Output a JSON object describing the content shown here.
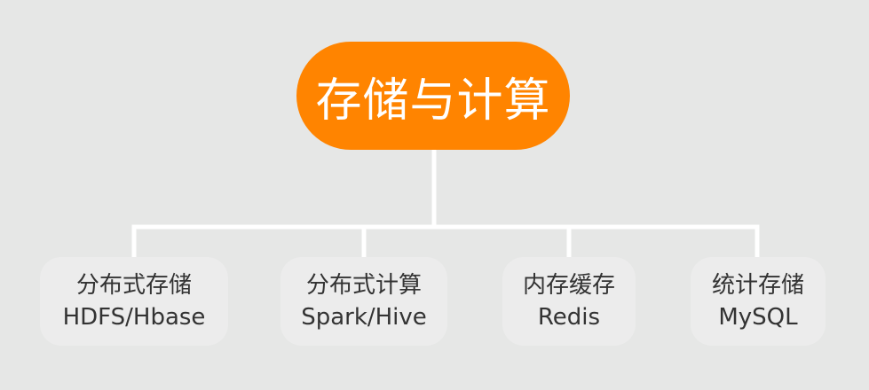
{
  "diagram": {
    "root": {
      "label": "存储与计算"
    },
    "children": [
      {
        "title": "分布式存储",
        "subtitle": "HDFS/Hbase"
      },
      {
        "title": "分布式计算",
        "subtitle": "Spark/Hive"
      },
      {
        "title": "内存缓存",
        "subtitle": "Redis"
      },
      {
        "title": "统计存储",
        "subtitle": "MySQL"
      }
    ]
  },
  "colors": {
    "background": "#e6e7e6",
    "root_fill": "#ff8400",
    "child_fill": "#ececec",
    "connector": "#ffffff"
  }
}
